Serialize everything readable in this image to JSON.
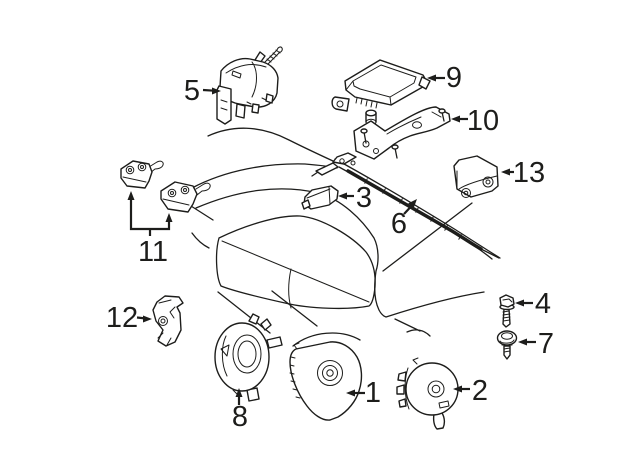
{
  "diagram": {
    "colors": {
      "background": "#ffffff",
      "line": "#1d1d1b"
    },
    "callouts": [
      {
        "label": "1"
      },
      {
        "label": "2"
      },
      {
        "label": "3"
      },
      {
        "label": "4"
      },
      {
        "label": "5"
      },
      {
        "label": "6"
      },
      {
        "label": "7"
      },
      {
        "label": "8"
      },
      {
        "label": "9"
      },
      {
        "label": "10"
      },
      {
        "label": "11"
      },
      {
        "label": "12"
      },
      {
        "label": "13"
      }
    ]
  }
}
